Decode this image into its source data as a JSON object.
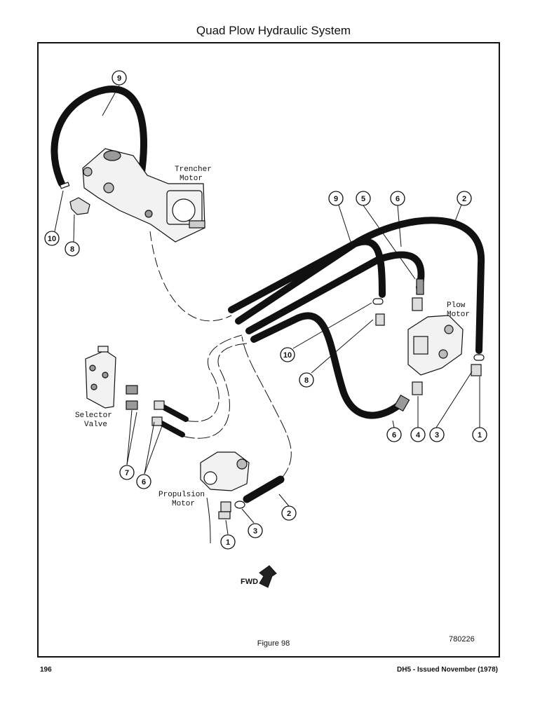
{
  "page": {
    "title": "Quad Plow Hydraulic System",
    "figure_caption": "Figure 98",
    "figure_code": "780226",
    "page_number": "196",
    "issue_note": "DH5 - Issued November (1978)"
  },
  "diagram": {
    "components": {
      "trencher_motor": [
        "Trencher",
        "Motor"
      ],
      "plow_motor": [
        "Plow",
        "Motor"
      ],
      "selector_valve": [
        "Selector",
        "Valve"
      ],
      "propulsion_motor": [
        "Propulsion",
        "Motor"
      ]
    },
    "direction_label": "FWD",
    "callouts": {
      "c9_top": "9",
      "c10_left": "10",
      "c8_left": "8",
      "c9_mid": "9",
      "c5": "5",
      "c6_top": "6",
      "c2_top": "2",
      "c10_mid": "10",
      "c8_mid": "8",
      "c6_bottom": "6",
      "c4": "4",
      "c3_right": "3",
      "c1_right": "1",
      "c7": "7",
      "c6_left": "6",
      "c2_bottom": "2",
      "c3_bottom": "3",
      "c1_bottom": "1"
    }
  }
}
